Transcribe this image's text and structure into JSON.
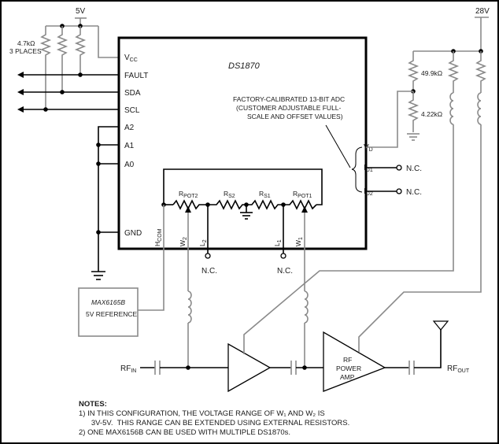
{
  "diagram": {
    "supply_left": "5V",
    "supply_right": "28V",
    "pullup_label": [
      "4.7kΩ",
      "3 PLACES"
    ],
    "chip": {
      "name": "DS1870",
      "pins_left": [
        {
          "main": "V",
          "sub": "CC"
        },
        {
          "main": "FAULT",
          "sub": ""
        },
        {
          "main": "SDA",
          "sub": ""
        },
        {
          "main": "SCL",
          "sub": ""
        },
        {
          "main": "A2",
          "sub": ""
        },
        {
          "main": "A1",
          "sub": ""
        },
        {
          "main": "A0",
          "sub": ""
        },
        {
          "main": "GND",
          "sub": ""
        }
      ],
      "adc_note": [
        "FACTORY-CALIBRATED 13-BIT ADC",
        "(CUSTOMER ADJUSTABLE FULL-",
        "SCALE AND OFFSET VALUES)"
      ],
      "pins_right": [
        {
          "main": "V",
          "sub": "D"
        },
        {
          "main": "I",
          "sub": "D1"
        },
        {
          "main": "I",
          "sub": "D2"
        }
      ],
      "internal_resistors": [
        {
          "main": "R",
          "sub": "POT2"
        },
        {
          "main": "R",
          "sub": "S2"
        },
        {
          "main": "R",
          "sub": "S1"
        },
        {
          "main": "R",
          "sub": "POT1"
        }
      ],
      "pins_bottom": [
        {
          "main": "H",
          "sub": "COM"
        },
        {
          "main": "W",
          "sub": "2"
        },
        {
          "main": "L",
          "sub": "2"
        },
        {
          "main": "L",
          "sub": "1"
        },
        {
          "main": "W",
          "sub": "1"
        }
      ]
    },
    "nc_label": "N.C.",
    "divider": {
      "upper": "49.9kΩ",
      "lower": "4.22kΩ"
    },
    "reference": {
      "name": "MAX6165B",
      "desc": "5V REFERENCE"
    },
    "rf_in": {
      "main": "RF",
      "sub": "IN"
    },
    "rf_out": {
      "main": "RF",
      "sub": "OUT"
    },
    "power_amp": [
      "RF",
      "POWER",
      "AMP"
    ],
    "notes": {
      "heading": "NOTES:",
      "items": [
        "1)  IN THIS CONFIGURATION, THE VOLTAGE RANGE OF W₁ AND W₂ IS",
        "      3V-5V.  THIS RANGE CAN BE EXTENDED USING EXTERNAL RESISTORS.",
        "2)  ONE MAX6156B CAN BE USED WITH MULTIPLE DS1870s."
      ]
    }
  }
}
